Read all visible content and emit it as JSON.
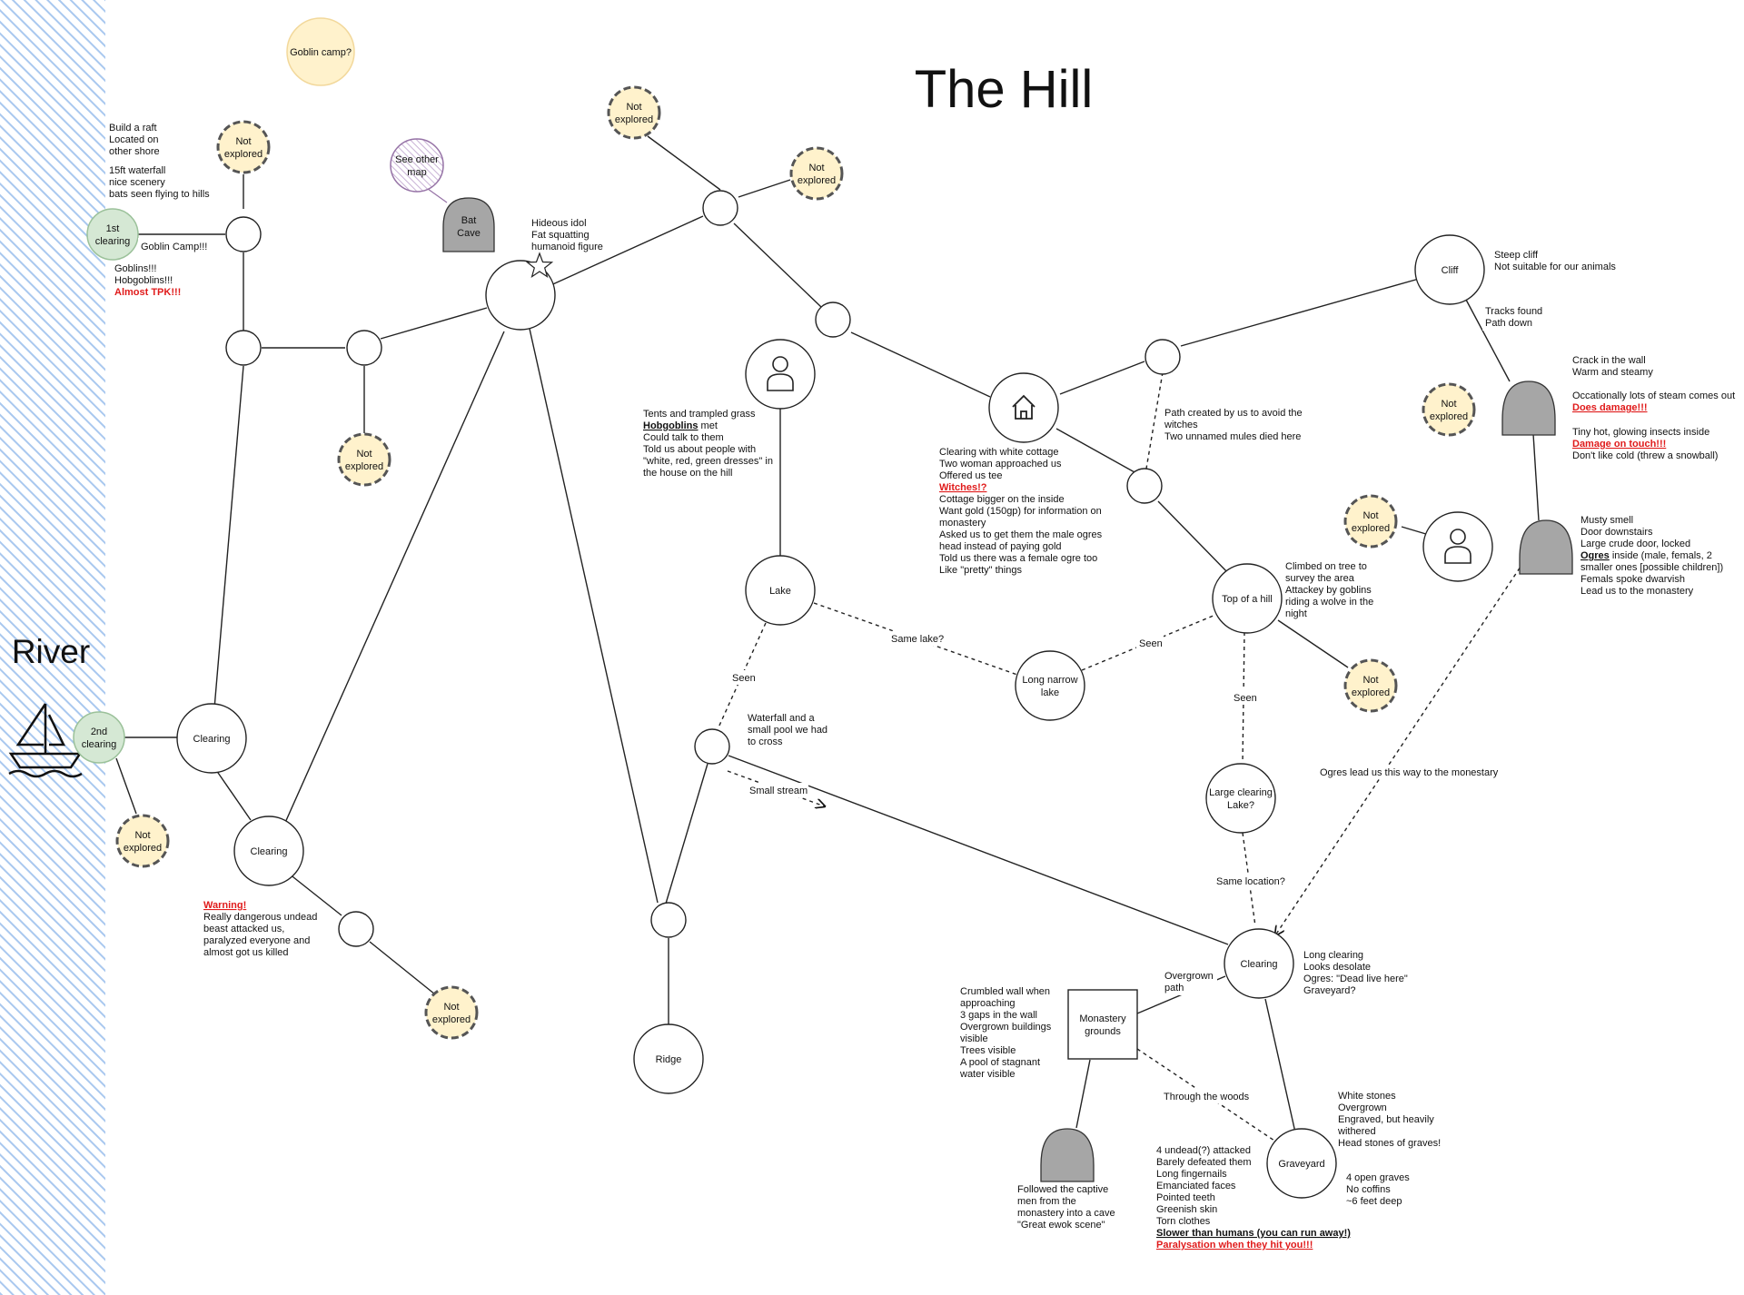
{
  "title": "The Hill",
  "river_label": "River",
  "colors": {
    "river": "#a9c8ef",
    "unexplored_fill": "#fff2cc",
    "unexplored_stroke": "#555555",
    "clearing_fill": "#d5e8d4",
    "cave_fill": "#a6a6a6",
    "map_ref_fill": "#e1d5e7",
    "warning": "#e01b1b"
  },
  "nodes": {
    "first_clearing": [
      "1st",
      "clearing"
    ],
    "second_clearing": [
      "2nd",
      "clearing"
    ],
    "goblin_camp_q": "Goblin camp?",
    "see_other_map": [
      "See other",
      "map"
    ],
    "bat_cave": [
      "Bat",
      "Cave"
    ],
    "not_explored": [
      "Not",
      "explored"
    ],
    "clearing": "Clearing",
    "lake": "Lake",
    "long_narrow_lake": [
      "Long narrow",
      "lake"
    ],
    "top_of_hill": "Top of a hill",
    "large_clearing_lake": [
      "Large clearing",
      "Lake?"
    ],
    "cliff": "Cliff",
    "ridge": "Ridge",
    "monastery": [
      "Monastery",
      "grounds"
    ],
    "graveyard": "Graveyard"
  },
  "edge_labels": {
    "goblin_camp": "Goblin Camp!!!",
    "same_lake": "Same lake?",
    "seen": "Seen",
    "small_stream": "Small stream",
    "overgrown_path": [
      "Overgrown",
      "path"
    ],
    "through_woods": "Through the woods",
    "same_location": "Same location?",
    "ogres_lead": "Ogres lead us this way to the monestary",
    "tracks_found": [
      "Tracks found",
      "Path down"
    ]
  },
  "notes": {
    "raft": [
      "Build a raft",
      "Located on",
      "other shore"
    ],
    "waterfall_15ft": [
      "15ft waterfall",
      "nice scenery",
      "bats seen flying to hills"
    ],
    "goblins": [
      "Goblins!!!",
      "Hobgoblins!!!"
    ],
    "goblins_tpk": "Almost TPK!!!",
    "idol": [
      "Hideous idol",
      "Fat squatting",
      "humanoid figure"
    ],
    "tents": [
      "Tents and trampled grass"
    ],
    "hobgoblins_word": "Hobgoblins",
    "hobgoblins_rest": " met",
    "tents_more": [
      "Could talk to them",
      "Told us about people with",
      "\"white, red, green dresses\" in",
      "the house on the hill"
    ],
    "cottage_a": [
      "Clearing with white cottage",
      "Two woman approached us",
      "Offered us tee"
    ],
    "cottage_witches": "Witches!?",
    "cottage_b": [
      "Cottage bigger on the inside",
      "Want gold (150gp) for information on",
      "monastery",
      "Asked us to get them the male ogres",
      "head instead of paying gold",
      "Told us there was a female ogre too",
      "Like \"pretty\" things"
    ],
    "path_created": [
      "Path created by us to avoid the",
      "witches",
      "Two unnamed mules died here"
    ],
    "steep_cliff": [
      "Steep cliff",
      "Not suitable for our animals"
    ],
    "crack_a": [
      "Crack in the wall",
      "Warm and steamy",
      "",
      "Occationally lots of steam comes out"
    ],
    "crack_dmg": "Does damage!!!",
    "crack_b": [
      "Tiny hot, glowing insects inside"
    ],
    "crack_dmg2": "Damage on touch!!!",
    "crack_c": "Don't like cold (threw a snowball)",
    "musty_a": [
      "Musty smell",
      "Door downstairs",
      "Large crude door, locked"
    ],
    "musty_ogres": "Ogres",
    "musty_ogres_rest": " inside (male, femals, 2",
    "musty_b": [
      "smaller ones [possible children])",
      "Femals spoke dwarvish",
      "Lead us to the monastery"
    ],
    "climbed": [
      "Climbed on tree to",
      "survey the area",
      "Attackey by goblins",
      "riding a wolve in the",
      "night"
    ],
    "waterfall_pool": [
      "Waterfall and a",
      "small pool we had",
      "to cross"
    ],
    "warning_title": "Warning!",
    "warning": [
      "Really dangerous undead",
      "beast attacked us,",
      "paralyzed everyone and",
      "almost got us killed"
    ],
    "crumbled": [
      "Crumbled wall when",
      "approaching",
      "3 gaps in the wall",
      "Overgrown buildings",
      "visible",
      "Trees visible",
      "A pool of stagnant",
      "water visible"
    ],
    "long_clearing": [
      "Long clearing",
      "Looks desolate",
      "Ogres: \"Dead live here\"",
      "Graveyard?"
    ],
    "white_stones": [
      "White stones",
      "Overgrown",
      "Engraved, but heavily",
      "withered",
      "Head stones of graves!"
    ],
    "open_graves": [
      "4 open graves",
      "No coffins",
      "~6 feet deep"
    ],
    "followed": [
      "Followed the captive",
      "men from the",
      "monastery into a cave",
      "\"Great ewok scene\""
    ],
    "undead": [
      "4 undead(?) attacked",
      "Barely defeated them",
      "Long fingernails",
      "Emanciated faces",
      "Pointed teeth",
      "Greenish skin",
      "Torn clothes"
    ],
    "slower": "Slower than humans (you can run away!)",
    "paralysation": "Paralysation when they hit you!!!"
  }
}
